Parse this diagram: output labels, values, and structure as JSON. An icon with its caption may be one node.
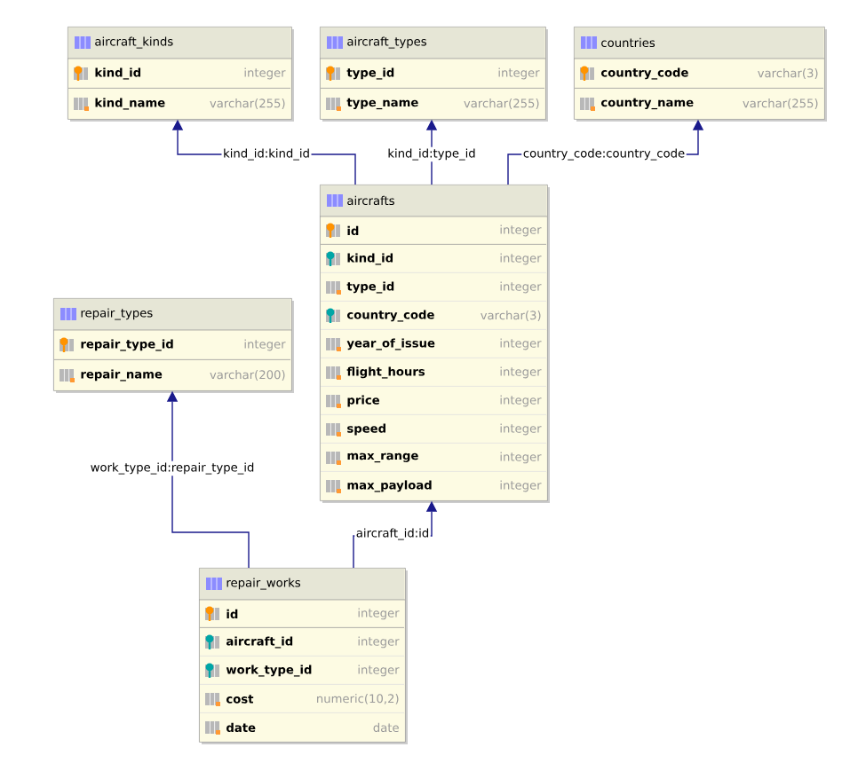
{
  "diagram": {
    "nodes": [
      {
        "text": [
          "aircraft_kinds"
        ]
      },
      {
        "text": [
          "kind_id",
          "integer"
        ],
        "in": 0
      },
      {
        "text": [
          "kind_name",
          "varchar(255)"
        ],
        "in": 0
      },
      {
        "text": [
          "aircraft_types"
        ]
      },
      {
        "text": [
          "type_id",
          "integer"
        ],
        "in": 3
      },
      {
        "text": [
          "type_name",
          "varchar(255)"
        ],
        "in": 3
      },
      {
        "text": [
          "countries"
        ]
      },
      {
        "text": [
          "country_code",
          "varchar(3)"
        ],
        "in": 6
      },
      {
        "text": [
          "country_name",
          "varchar(255)"
        ],
        "in": 6
      },
      {
        "text": [
          "aircrafts"
        ]
      },
      {
        "text": [
          "id",
          "integer"
        ],
        "in": 9
      },
      {
        "text": [
          "kind_id",
          "integer"
        ],
        "in": 9
      },
      {
        "text": [
          "type_id",
          "integer"
        ],
        "in": 9
      },
      {
        "text": [
          "country_code",
          "varchar(3)"
        ],
        "in": 9
      },
      {
        "text": [
          "year_of_issue",
          "integer"
        ],
        "in": 9
      },
      {
        "text": [
          "flight_hours",
          "integer"
        ],
        "in": 9
      },
      {
        "text": [
          "price",
          "integer"
        ],
        "in": 9
      },
      {
        "text": [
          "speed",
          "integer"
        ],
        "in": 9
      },
      {
        "text": [
          "max_range",
          "integer"
        ],
        "in": 9
      },
      {
        "text": [
          "max_payload",
          "integer"
        ],
        "in": 9
      },
      {
        "text": [
          "repair_types"
        ]
      },
      {
        "text": [
          "repair_type_id",
          "integer"
        ],
        "in": 20
      },
      {
        "text": [
          "repair_name",
          "varchar(200)"
        ],
        "in": 20
      },
      {
        "text": [
          "repair_works"
        ]
      },
      {
        "text": [
          "id",
          "integer"
        ],
        "in": 23
      },
      {
        "text": [
          "aircraft_id",
          "integer"
        ],
        "in": 23
      },
      {
        "text": [
          "work_type_id",
          "integer"
        ],
        "in": 23
      },
      {
        "text": [
          "cost",
          "numeric(10,2)"
        ],
        "in": 23
      },
      {
        "text": [
          "date",
          "date"
        ],
        "in": 23
      }
    ],
    "edges": [
      {
        "from": 9,
        "to": 0,
        "arrow": "to",
        "label": "kind_id:kind_id"
      },
      {
        "from": 9,
        "to": 3,
        "arrow": "to",
        "label": "kind_id:type_id"
      },
      {
        "from": 9,
        "to": 6,
        "arrow": "to",
        "label": "country_code:country_code"
      },
      {
        "from": 23,
        "to": 20,
        "arrow": "to",
        "label": "work_type_id:repair_type_id"
      },
      {
        "from": 23,
        "to": 9,
        "arrow": "to",
        "label": "aircraft_id:id"
      }
    ]
  }
}
